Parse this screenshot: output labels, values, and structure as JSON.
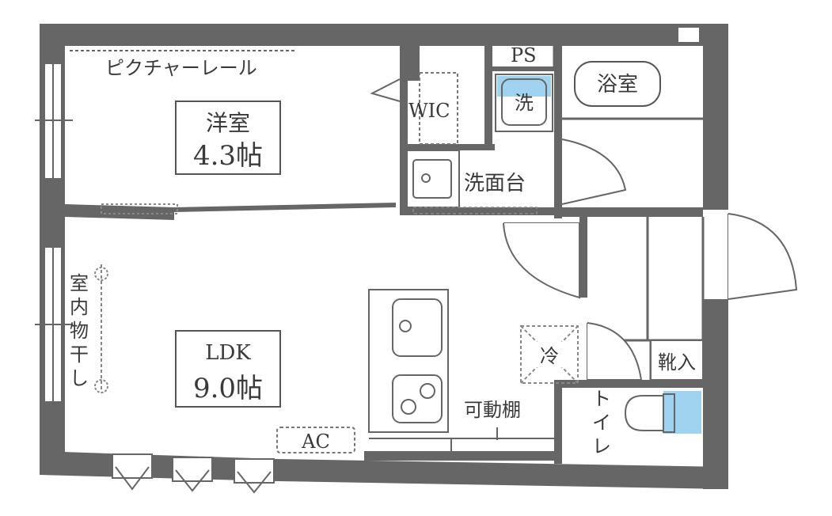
{
  "rooms": {
    "western": {
      "name": "洋室",
      "size": "4.3帖"
    },
    "ldk": {
      "name": "LDK",
      "size": "9.0帖"
    }
  },
  "labels": {
    "picture_rail": "ピクチャーレール",
    "wic": "WIC",
    "ps": "PS",
    "bath": "浴室",
    "washer": "洗",
    "washstand": "洗面台",
    "indoor_drying": "室内物干し",
    "fridge": "冷",
    "shoes": "靴入",
    "shelf": "可動棚",
    "toilet": "トイレ",
    "ac": "AC"
  },
  "colors": {
    "wall": "#666666",
    "line": "#555555",
    "accent_blue": "#9fd3ef"
  }
}
